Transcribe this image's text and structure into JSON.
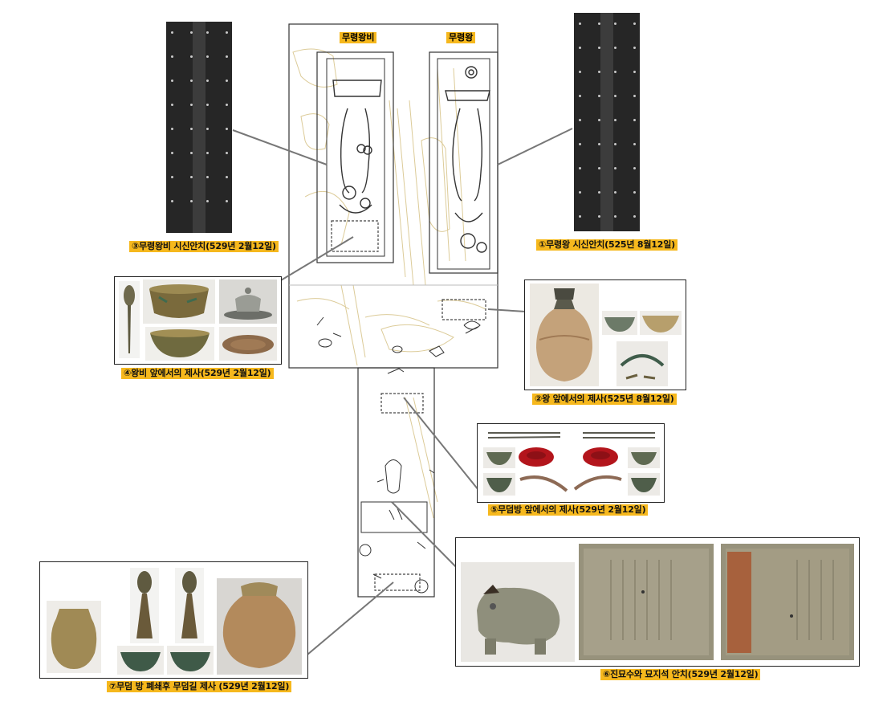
{
  "tomb": {
    "queen_label": "무령왕비",
    "king_label": "무령왕"
  },
  "captions": {
    "c1": "①무령왕 시신안치(525년 8월12일)",
    "c2": "②왕 앞에서의 제사(525년 8월12일)",
    "c3": "③무령왕비 시신안치(529년 2월12일)",
    "c4": "④왕비 앞에서의 제사(529년 2월12일)",
    "c5": "⑤무덤방 앞에서의 제사(529년 2월12일)",
    "c6": "⑥진묘수와 묘지석 안치(529년 2월12일)",
    "c7": "⑦무덤 방 폐쇄후 무덤길 제사 (529년 2월12일)"
  },
  "colors": {
    "caption_bg": "#f6b81d",
    "coffin": "#262626",
    "lacquer_red": "#b3151c",
    "outline_tan": "#d9c99a"
  }
}
